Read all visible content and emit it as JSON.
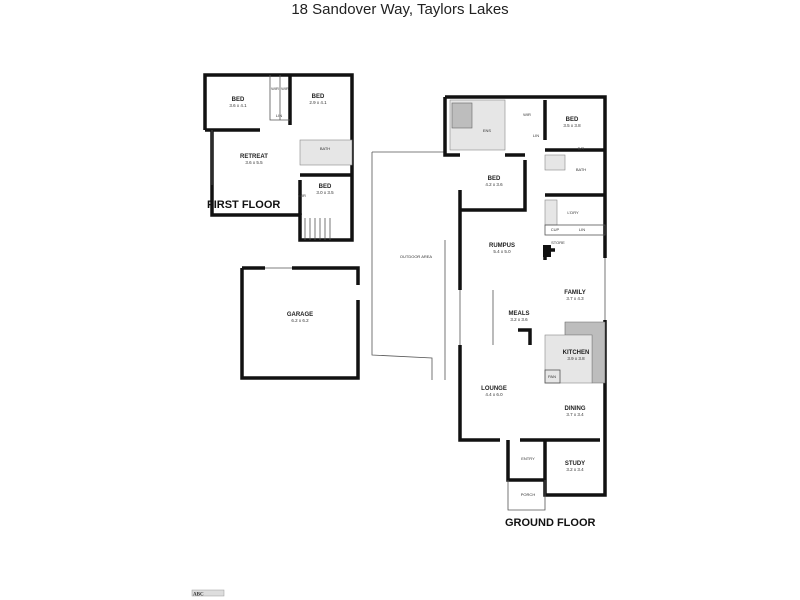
{
  "title": "18 Sandover Way, Taylors Lakes",
  "first_floor": {
    "label": "FIRST FLOOR",
    "rooms": [
      {
        "name": "BED",
        "size": "3.6 x 4.1"
      },
      {
        "name": "BED",
        "size": "2.9 x 4.1"
      },
      {
        "name": "RETREAT",
        "size": "3.6 x 5.5"
      },
      {
        "name": "BATH",
        "size": ""
      },
      {
        "name": "BED",
        "size": "3.0 x 3.5"
      },
      {
        "name": "WIR",
        "size": ""
      },
      {
        "name": "WIR",
        "size": ""
      },
      {
        "name": "LIN",
        "size": ""
      },
      {
        "name": "WIR",
        "size": ""
      }
    ]
  },
  "garage": {
    "name": "GARAGE",
    "size": "6.2 x 6.2"
  },
  "outdoor": {
    "name": "OUTDOOR AREA"
  },
  "ground_floor": {
    "label": "GROUND FLOOR",
    "rooms": [
      {
        "name": "ENS",
        "size": ""
      },
      {
        "name": "WIR",
        "size": ""
      },
      {
        "name": "LIN",
        "size": ""
      },
      {
        "name": "BED",
        "size": "3.5 x 3.8"
      },
      {
        "name": "BED",
        "size": "4.2 x 3.6"
      },
      {
        "name": "B/R",
        "size": ""
      },
      {
        "name": "BATH",
        "size": ""
      },
      {
        "name": "L'DRY",
        "size": ""
      },
      {
        "name": "CUP",
        "size": ""
      },
      {
        "name": "LIN",
        "size": ""
      },
      {
        "name": "STORE",
        "size": ""
      },
      {
        "name": "RUMPUS",
        "size": "5.4 x 5.0"
      },
      {
        "name": "FAMILY",
        "size": "3.7 x 4.3"
      },
      {
        "name": "MEALS",
        "size": "3.2 x 3.6"
      },
      {
        "name": "KITCHEN",
        "size": "3.9 x 3.8"
      },
      {
        "name": "PAN",
        "size": ""
      },
      {
        "name": "LOUNGE",
        "size": "4.4 x 6.0"
      },
      {
        "name": "DINING",
        "size": "3.7 x 3.4"
      },
      {
        "name": "ENTRY",
        "size": ""
      },
      {
        "name": "STUDY",
        "size": "3.2 x 3.4"
      },
      {
        "name": "PORCH",
        "size": ""
      }
    ]
  },
  "logo": {
    "text": "ABC"
  }
}
